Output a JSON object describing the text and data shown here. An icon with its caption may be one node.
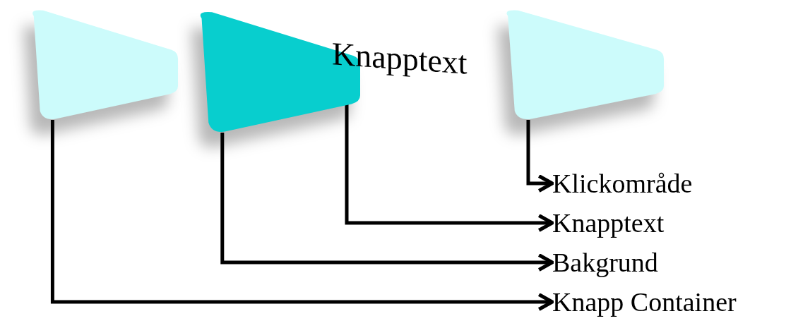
{
  "diagram": {
    "nodes": [
      {
        "text": [],
        "shape": "box"
      },
      {
        "text": [],
        "shape": "box"
      },
      {
        "text": [
          "Knapptext"
        ]
      },
      {
        "text": [],
        "shape": "box"
      },
      {
        "text": [
          "Klickområde"
        ]
      },
      {
        "text": [
          "Knapptext"
        ]
      },
      {
        "text": [
          "Bakgrund"
        ]
      },
      {
        "text": [
          "Knapp Container"
        ]
      }
    ],
    "edges": [
      {
        "from": 3,
        "to": 4,
        "arrow": "to"
      },
      {
        "from": 2,
        "to": 5,
        "arrow": "to"
      },
      {
        "from": 1,
        "to": 6,
        "arrow": "to"
      },
      {
        "from": 0,
        "to": 7,
        "arrow": "to"
      }
    ]
  }
}
